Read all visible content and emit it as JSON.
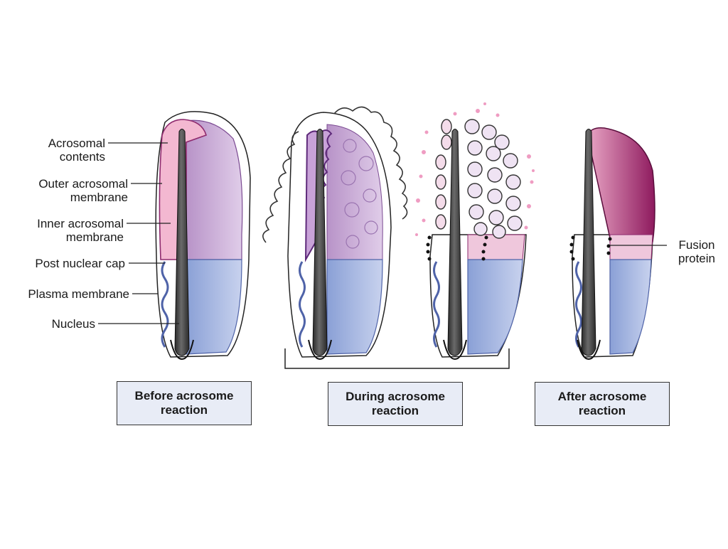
{
  "labels": {
    "acrosomal_contents": [
      "Acrosomal",
      "contents"
    ],
    "outer_acrosomal_membrane": [
      "Outer acrosomal",
      "membrane"
    ],
    "inner_acrosomal_membrane": [
      "Inner acrosomal",
      "membrane"
    ],
    "post_nuclear_cap": "Post nuclear cap",
    "plasma_membrane": "Plasma membrane",
    "nucleus": "Nucleus",
    "fusion_protein": [
      "Fusion",
      "protein"
    ]
  },
  "stages": {
    "before": [
      "Before acrosome",
      "reaction"
    ],
    "during": [
      "During acrosome",
      "reaction"
    ],
    "after": [
      "After acrosome",
      "reaction"
    ]
  },
  "colors": {
    "acrosome_pink": "#f2b6cf",
    "acrosome_magenta": "#8e1a5e",
    "acrosome_lilac": "#c9a9d6",
    "postnuclear_blue": "#a9b7df",
    "nucleus_dark": "#3a3a3a",
    "box_fill": "#e8ecf6"
  }
}
